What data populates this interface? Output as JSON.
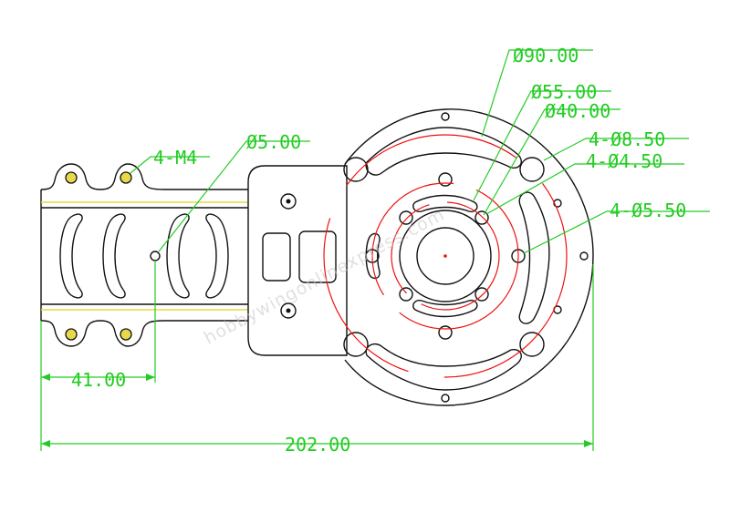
{
  "drawing": {
    "dimensions": {
      "motor_mount_dia": "Ø90.00",
      "bolt_circle_55": "Ø55.00",
      "bolt_circle_40": "Ø40.00",
      "holes_8_50": "4-Ø8.50",
      "holes_4_50": "4-Ø4.50",
      "holes_5_50": "4-Ø5.50",
      "clamp_holes": "4-M4",
      "tube_hole": "Ø5.00",
      "offset_length": "41.00",
      "overall_length": "202.00"
    },
    "watermark": "hobbywingonlinexpress.com"
  },
  "colors": {
    "outline": "#111111",
    "dimension": "#22cc22",
    "center_mark": "#ee1111",
    "hole_fill": "#e8d84a"
  }
}
